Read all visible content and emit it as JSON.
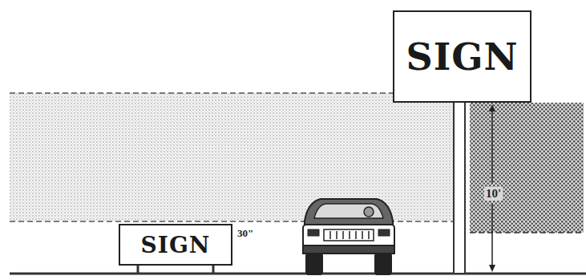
{
  "diagram": {
    "nodes": [
      {
        "text": [
          "SIGN"
        ]
      },
      {
        "text": [
          "SIGN"
        ]
      }
    ],
    "labels": [
      "30\"",
      "10'"
    ]
  }
}
